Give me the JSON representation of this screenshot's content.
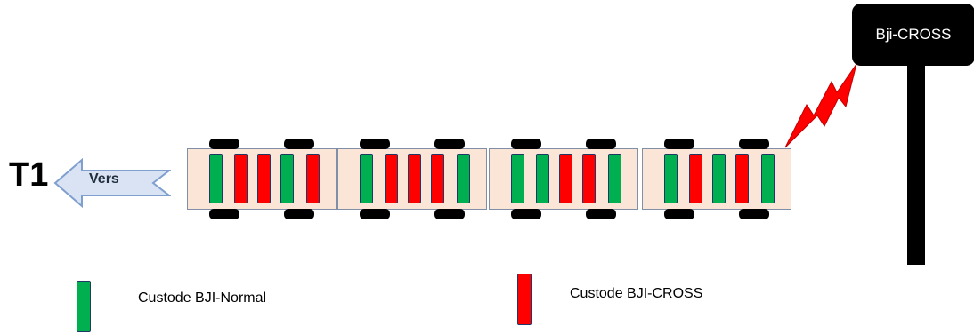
{
  "colors": {
    "normal": "#00b050",
    "cross": "#ff0000",
    "wagon_bg": "#fbe5d6",
    "arrow_fill": "#dae3f3"
  },
  "direction": {
    "label": "T1",
    "arrow_text": "Vers"
  },
  "sign": {
    "label": "Bji-CROSS"
  },
  "signal_icon": "lightning-bolt-icon",
  "wagons": [
    [
      "normal",
      "cross",
      "cross",
      "normal",
      "cross"
    ],
    [
      "normal",
      "cross",
      "cross",
      "cross",
      "normal"
    ],
    [
      "normal",
      "normal",
      "cross",
      "cross",
      "normal"
    ],
    [
      "normal",
      "cross",
      "normal",
      "cross",
      "normal"
    ]
  ],
  "legend": [
    {
      "type": "normal",
      "label": "Custode BJI-Normal"
    },
    {
      "type": "cross",
      "label": "Custode BJI-CROSS"
    }
  ]
}
